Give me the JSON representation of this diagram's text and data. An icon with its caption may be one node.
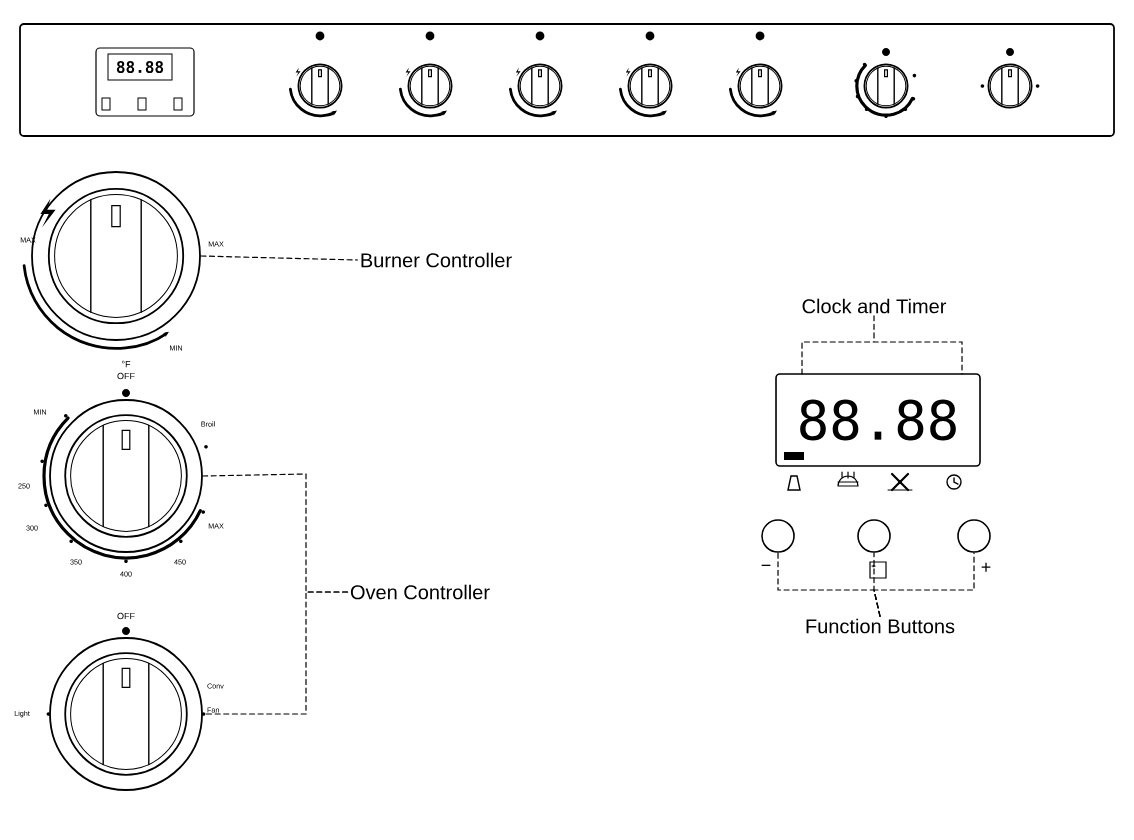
{
  "diagram": {
    "nodes": [
      {
        "text": [],
        "shape": "circle",
        "beside": [
          "MAX",
          "MAX",
          "MIN"
        ]
      },
      {
        "text": [
          "Burner Controller"
        ]
      },
      {
        "text": [],
        "shape": "circle",
        "beside": [
          "°F",
          "OFF",
          "MIN",
          "Broil",
          "250",
          "300",
          "350",
          "400",
          "450",
          "MAX"
        ]
      },
      {
        "text": [],
        "shape": "circle",
        "beside": [
          "OFF",
          "Light",
          "Conv Fan"
        ]
      },
      {
        "text": [
          "Oven Controller"
        ]
      },
      {
        "text": [
          "Clock and Timer"
        ]
      },
      {
        "text": [
          "88.88"
        ]
      },
      {
        "text": [],
        "shape": "circle"
      },
      {
        "text": [],
        "shape": "circle"
      },
      {
        "text": [],
        "shape": "circle"
      },
      {
        "text": [
          "Function Buttons"
        ]
      }
    ],
    "edges": [
      {
        "from": 0,
        "to": 1,
        "arrow": "none",
        "style": "dashed"
      },
      {
        "from": 4,
        "to": 2,
        "arrow": "none",
        "style": "dashed"
      },
      {
        "from": 4,
        "to": 3,
        "arrow": "none",
        "style": "dashed"
      },
      {
        "from": 5,
        "to": 6,
        "arrow": "none",
        "style": "dashed"
      },
      {
        "from": 10,
        "to": 7,
        "arrow": "none",
        "style": "dashed"
      },
      {
        "from": 10,
        "to": 8,
        "arrow": "none",
        "style": "dashed"
      },
      {
        "from": 10,
        "to": 9,
        "arrow": "none",
        "style": "dashed"
      }
    ],
    "labels": [
      "88.88",
      "−",
      "+"
    ]
  }
}
